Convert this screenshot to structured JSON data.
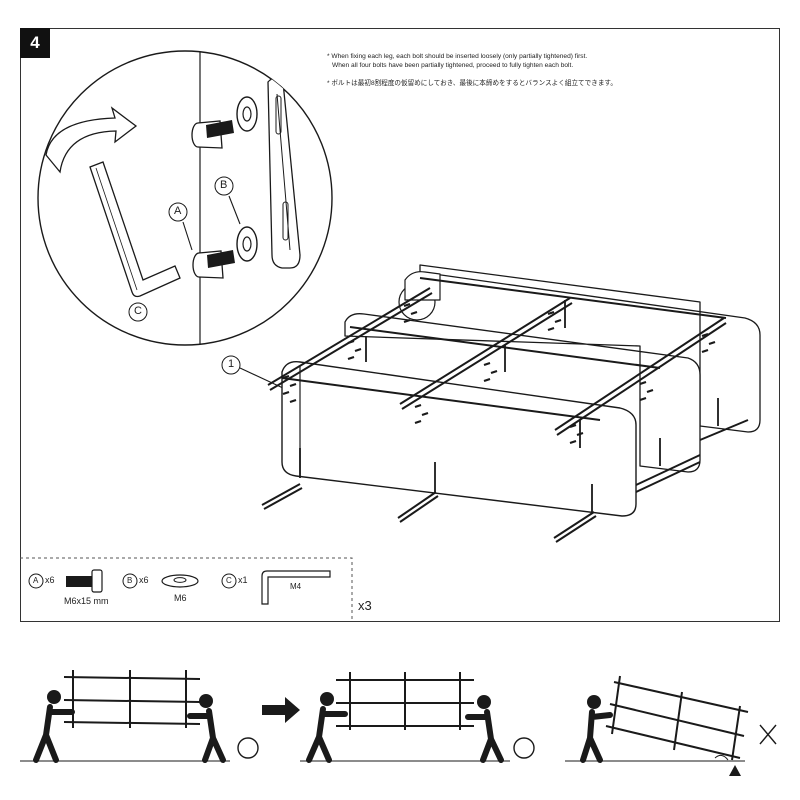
{
  "step": {
    "number": "4"
  },
  "notes": {
    "en_line1": "* When fixing each leg, each bolt should be inserted loosely (only partially tightened) first.",
    "en_line2": "When all four bolts have been partially tightened, proceed to fully tighten each bolt.",
    "jp_line1": "* ボルトは最初8割程度の仮留めにしておき、最後に本締めをするとバランスよく組立てできます。"
  },
  "callouts": {
    "a": "A",
    "b": "B",
    "c": "C",
    "part": "1"
  },
  "parts": {
    "a_count": "x6",
    "a_spec": "M6x15 mm",
    "b_count": "x6",
    "b_spec": "M6",
    "c_count": "x1",
    "c_spec": "M4",
    "set_count": "x3"
  },
  "colors": {
    "ink": "#1a1a1a",
    "panel_fill": "#ffffff",
    "badge": "#111111"
  }
}
